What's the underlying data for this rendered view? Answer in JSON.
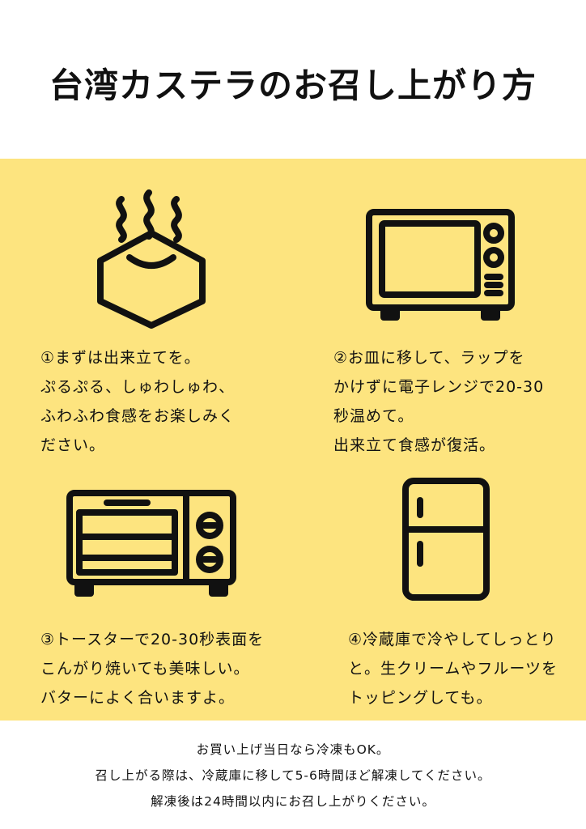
{
  "title": "台湾カステラのお召し上がり方",
  "colors": {
    "panel_bg": "#fde47f",
    "ink": "#111111"
  },
  "steps": [
    {
      "icon": "steaming-cake-icon",
      "text": "①まずは出来立てを。\nぷるぷる、しゅわしゅわ、\nふわふわ食感をお楽しみく\nださい。"
    },
    {
      "icon": "microwave-icon",
      "text": "②お皿に移して、ラップを\nかけずに電子レンジで20-30\n秒温めて。\n出来立て食感が復活。"
    },
    {
      "icon": "toaster-oven-icon",
      "text": "③トースターで20-30秒表面を\nこんがり焼いても美味しい。\nバターによく合いますよ。"
    },
    {
      "icon": "refrigerator-icon",
      "text": "④冷蔵庫で冷やしてしっとり\nと。生クリームやフルーツを\nトッピングしても。"
    }
  ],
  "footer": [
    "お買い上げ当日なら冷凍もOK。",
    "召し上がる際は、冷蔵庫に移して5-6時間ほど解凍してください。",
    "解凍後は24時間以内にお召し上がりください。"
  ]
}
